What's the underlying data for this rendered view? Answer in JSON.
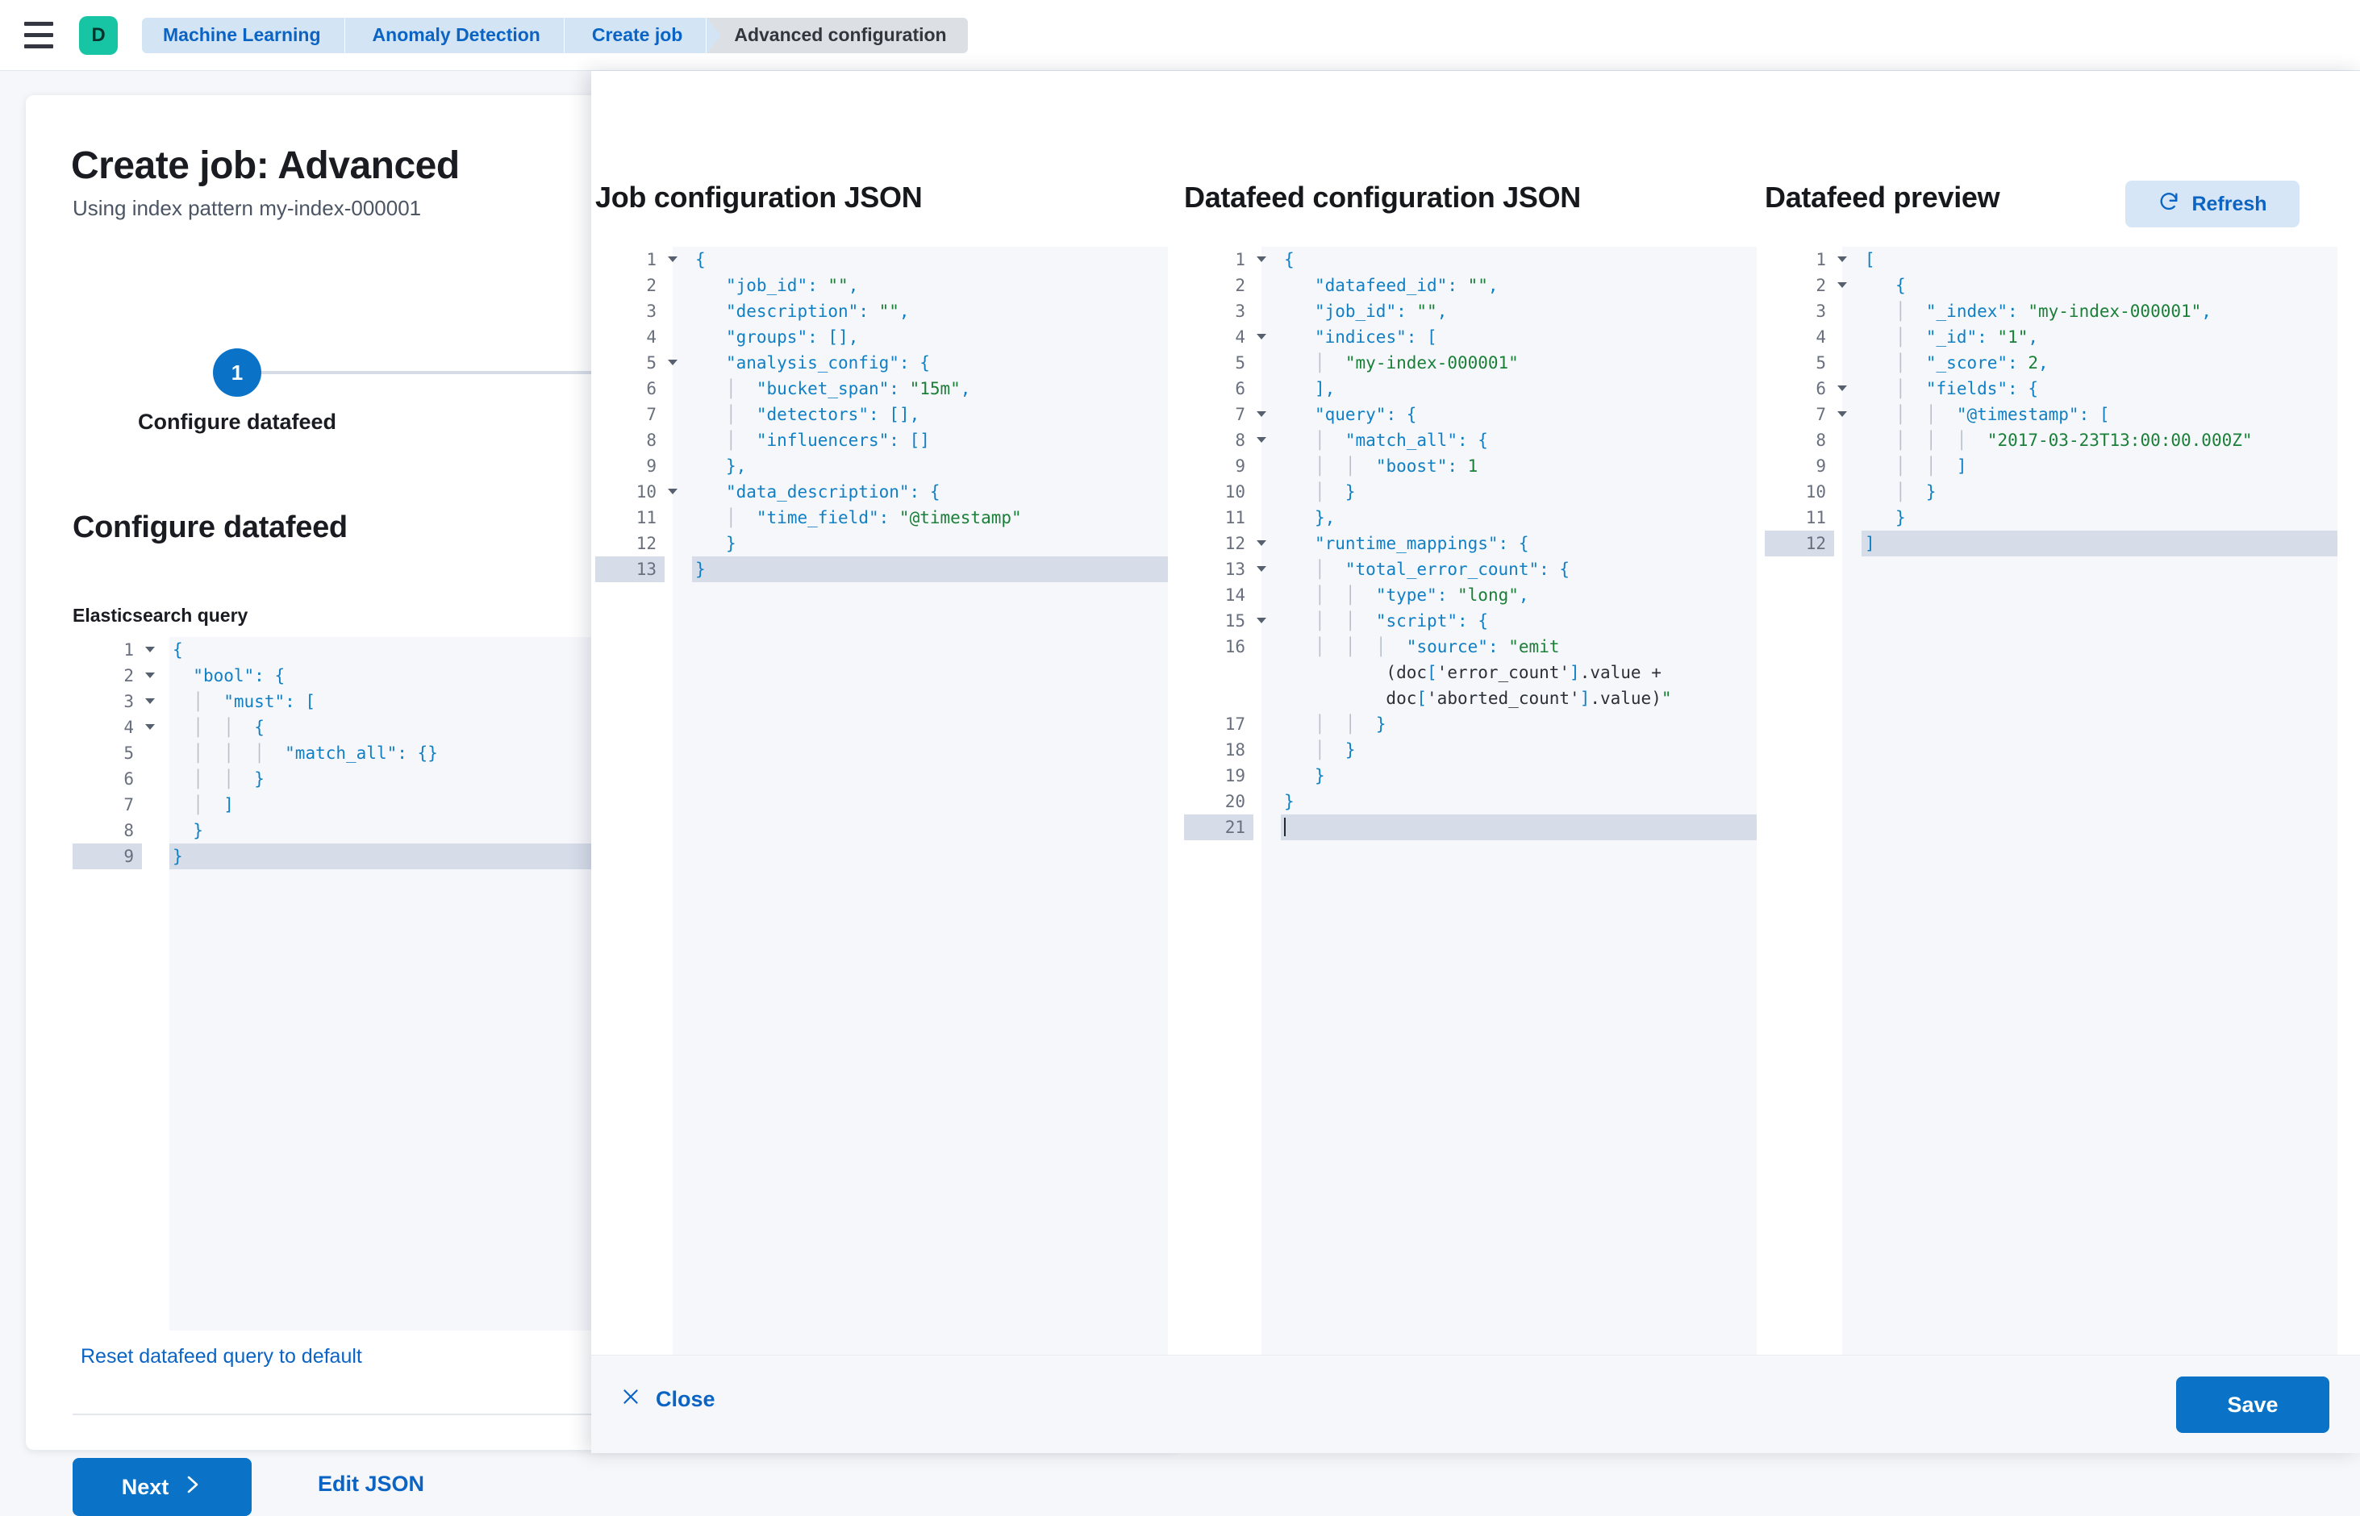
{
  "topbar": {
    "menu_icon": "hamburger-menu-icon",
    "space_avatar": "D",
    "breadcrumbs": [
      {
        "label": "Machine Learning",
        "active": false
      },
      {
        "label": "Anomaly Detection",
        "active": false
      },
      {
        "label": "Create job",
        "active": false
      },
      {
        "label": "Advanced configuration",
        "active": true
      }
    ]
  },
  "page": {
    "title": "Create job: Advanced",
    "subtitle": "Using index pattern my-index-000001",
    "stepper": {
      "number": "1",
      "label": "Configure datafeed"
    },
    "section_title": "Configure datafeed",
    "field_label": "Elasticsearch query",
    "reset_link": "Reset datafeed query to default",
    "next_button": "Next",
    "next_icon": "chevron-right-icon",
    "edit_json_link": "Edit JSON"
  },
  "es_query_editor": {
    "lines": [
      {
        "num": "1",
        "fold": true,
        "code": "{"
      },
      {
        "num": "2",
        "fold": true,
        "code": "  \"bool\": {"
      },
      {
        "num": "3",
        "fold": true,
        "code": "  |  \"must\": ["
      },
      {
        "num": "4",
        "fold": true,
        "code": "  |  |  {"
      },
      {
        "num": "5",
        "fold": false,
        "code": "  |  |  |  \"match_all\": {}"
      },
      {
        "num": "6",
        "fold": false,
        "code": "  |  |  }"
      },
      {
        "num": "7",
        "fold": false,
        "code": "  |  ]"
      },
      {
        "num": "8",
        "fold": false,
        "code": "  }"
      },
      {
        "num": "9",
        "fold": false,
        "code": "}",
        "highlight": true
      }
    ]
  },
  "flyout": {
    "job_config_title": "Job configuration JSON",
    "datafeed_config_title": "Datafeed configuration JSON",
    "datafeed_preview_title": "Datafeed preview",
    "refresh_button": "Refresh",
    "refresh_icon": "refresh-icon",
    "close_button": "Close",
    "close_icon": "close-x-icon",
    "save_button": "Save"
  },
  "job_config_editor": {
    "lines": [
      {
        "num": "1",
        "fold": true,
        "code": "{"
      },
      {
        "num": "2",
        "fold": false,
        "code": "   \"job_id\": \"\","
      },
      {
        "num": "3",
        "fold": false,
        "code": "   \"description\": \"\","
      },
      {
        "num": "4",
        "fold": false,
        "code": "   \"groups\": [],"
      },
      {
        "num": "5",
        "fold": true,
        "code": "   \"analysis_config\": {"
      },
      {
        "num": "6",
        "fold": false,
        "code": "   |  \"bucket_span\": \"15m\","
      },
      {
        "num": "7",
        "fold": false,
        "code": "   |  \"detectors\": [],"
      },
      {
        "num": "8",
        "fold": false,
        "code": "   |  \"influencers\": []"
      },
      {
        "num": "9",
        "fold": false,
        "code": "   },"
      },
      {
        "num": "10",
        "fold": true,
        "code": "   \"data_description\": {"
      },
      {
        "num": "11",
        "fold": false,
        "code": "   |  \"time_field\": \"@timestamp\""
      },
      {
        "num": "12",
        "fold": false,
        "code": "   }"
      },
      {
        "num": "13",
        "fold": false,
        "code": "}",
        "highlight": true
      }
    ]
  },
  "datafeed_config_editor": {
    "lines": [
      {
        "num": "1",
        "fold": true,
        "code": "{"
      },
      {
        "num": "2",
        "fold": false,
        "code": "   \"datafeed_id\": \"\","
      },
      {
        "num": "3",
        "fold": false,
        "code": "   \"job_id\": \"\","
      },
      {
        "num": "4",
        "fold": true,
        "code": "   \"indices\": ["
      },
      {
        "num": "5",
        "fold": false,
        "code": "   |  \"my-index-000001\""
      },
      {
        "num": "6",
        "fold": false,
        "code": "   ],"
      },
      {
        "num": "7",
        "fold": true,
        "code": "   \"query\": {"
      },
      {
        "num": "8",
        "fold": true,
        "code": "   |  \"match_all\": {"
      },
      {
        "num": "9",
        "fold": false,
        "code": "   |  |  \"boost\": 1"
      },
      {
        "num": "10",
        "fold": false,
        "code": "   |  }"
      },
      {
        "num": "11",
        "fold": false,
        "code": "   },"
      },
      {
        "num": "12",
        "fold": true,
        "code": "   \"runtime_mappings\": {"
      },
      {
        "num": "13",
        "fold": true,
        "code": "   |  \"total_error_count\": {"
      },
      {
        "num": "14",
        "fold": false,
        "code": "   |  |  \"type\": \"long\","
      },
      {
        "num": "15",
        "fold": true,
        "code": "   |  |  \"script\": {"
      },
      {
        "num": "16",
        "fold": false,
        "code": "   |  |  |  \"source\": \"emit\n          (doc['error_count'].value +\n          doc['aborted_count'].value)\"",
        "wrapped": true
      },
      {
        "num": "17",
        "fold": false,
        "code": "   |  |  }"
      },
      {
        "num": "18",
        "fold": false,
        "code": "   |  }"
      },
      {
        "num": "19",
        "fold": false,
        "code": "   }"
      },
      {
        "num": "20",
        "fold": false,
        "code": "}"
      },
      {
        "num": "21",
        "fold": false,
        "code": "",
        "highlight": true,
        "cursor": true
      }
    ]
  },
  "datafeed_preview_editor": {
    "lines": [
      {
        "num": "1",
        "fold": true,
        "code": "["
      },
      {
        "num": "2",
        "fold": true,
        "code": "   {"
      },
      {
        "num": "3",
        "fold": false,
        "code": "   |  \"_index\": \"my-index-000001\","
      },
      {
        "num": "4",
        "fold": false,
        "code": "   |  \"_id\": \"1\","
      },
      {
        "num": "5",
        "fold": false,
        "code": "   |  \"_score\": 2,"
      },
      {
        "num": "6",
        "fold": true,
        "code": "   |  \"fields\": {"
      },
      {
        "num": "7",
        "fold": true,
        "code": "   |  |  \"@timestamp\": ["
      },
      {
        "num": "8",
        "fold": false,
        "code": "   |  |  |  \"2017-03-23T13:00:00.000Z\""
      },
      {
        "num": "9",
        "fold": false,
        "code": "   |  |  ]"
      },
      {
        "num": "10",
        "fold": false,
        "code": "   |  }"
      },
      {
        "num": "11",
        "fold": false,
        "code": "   }"
      },
      {
        "num": "12",
        "fold": false,
        "code": "]",
        "highlight": true
      }
    ]
  },
  "colors": {
    "accent_blue": "#0a73c7",
    "link_blue": "#0b64c4",
    "avatar_green": "#17c5a5",
    "breadcrumb_bg": "#d3e5f5",
    "breadcrumb_active_bg": "#dcdfe4",
    "editor_bg": "#f6f7fb",
    "highlight_row": "#d6dde9",
    "string_green": "#1a7f37",
    "key_blue": "#107fc4"
  }
}
